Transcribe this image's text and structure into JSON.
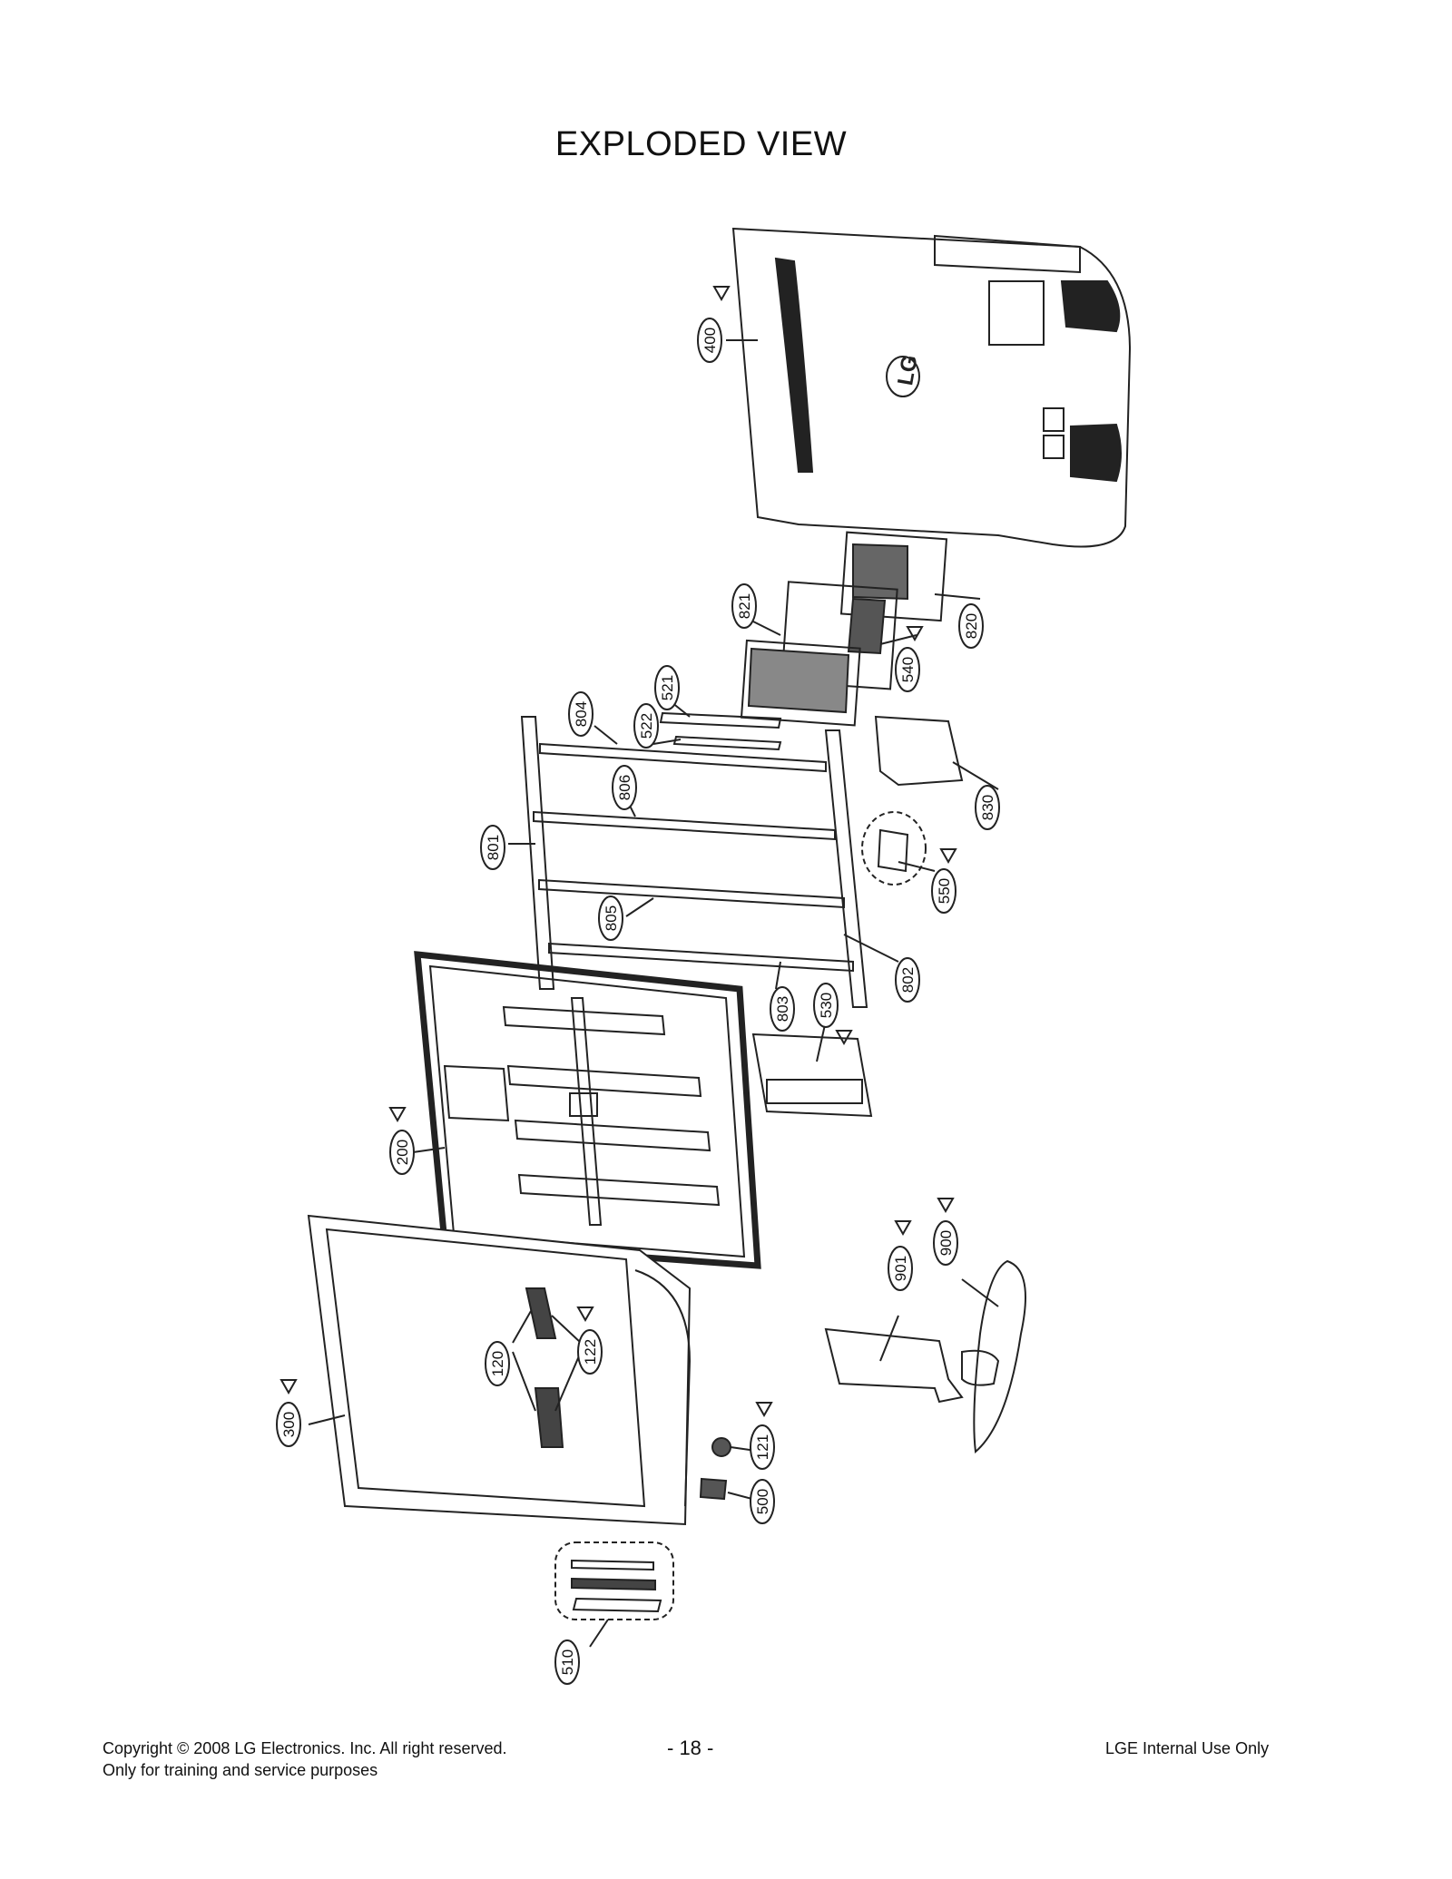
{
  "page": {
    "title": "EXPLODED VIEW"
  },
  "callouts": [
    {
      "id": "400",
      "label": "400",
      "warning": true
    },
    {
      "id": "821",
      "label": "821",
      "warning": false
    },
    {
      "id": "820",
      "label": "820",
      "warning": false
    },
    {
      "id": "540",
      "label": "540",
      "warning": true
    },
    {
      "id": "521",
      "label": "521",
      "warning": false
    },
    {
      "id": "522",
      "label": "522",
      "warning": false
    },
    {
      "id": "804",
      "label": "804",
      "warning": false
    },
    {
      "id": "806",
      "label": "806",
      "warning": false
    },
    {
      "id": "830",
      "label": "830",
      "warning": false
    },
    {
      "id": "801",
      "label": "801",
      "warning": false
    },
    {
      "id": "550",
      "label": "550",
      "warning": true
    },
    {
      "id": "805",
      "label": "805",
      "warning": false
    },
    {
      "id": "802",
      "label": "802",
      "warning": false
    },
    {
      "id": "803",
      "label": "803",
      "warning": false
    },
    {
      "id": "530",
      "label": "530",
      "warning": true
    },
    {
      "id": "200",
      "label": "200",
      "warning": true
    },
    {
      "id": "901",
      "label": "901",
      "warning": true
    },
    {
      "id": "900",
      "label": "900",
      "warning": true
    },
    {
      "id": "120",
      "label": "120",
      "warning": false
    },
    {
      "id": "122",
      "label": "122",
      "warning": true
    },
    {
      "id": "300",
      "label": "300",
      "warning": true
    },
    {
      "id": "121",
      "label": "121",
      "warning": true
    },
    {
      "id": "500",
      "label": "500",
      "warning": false
    },
    {
      "id": "510",
      "label": "510",
      "warning": false
    }
  ],
  "logo_text": "LG",
  "footer": {
    "copyright": "Copyright  © 2008 LG Electronics. Inc. All right reserved.",
    "purpose": "Only for training and service purposes",
    "page_number": "- 18 -",
    "internal": "LGE Internal Use Only"
  }
}
